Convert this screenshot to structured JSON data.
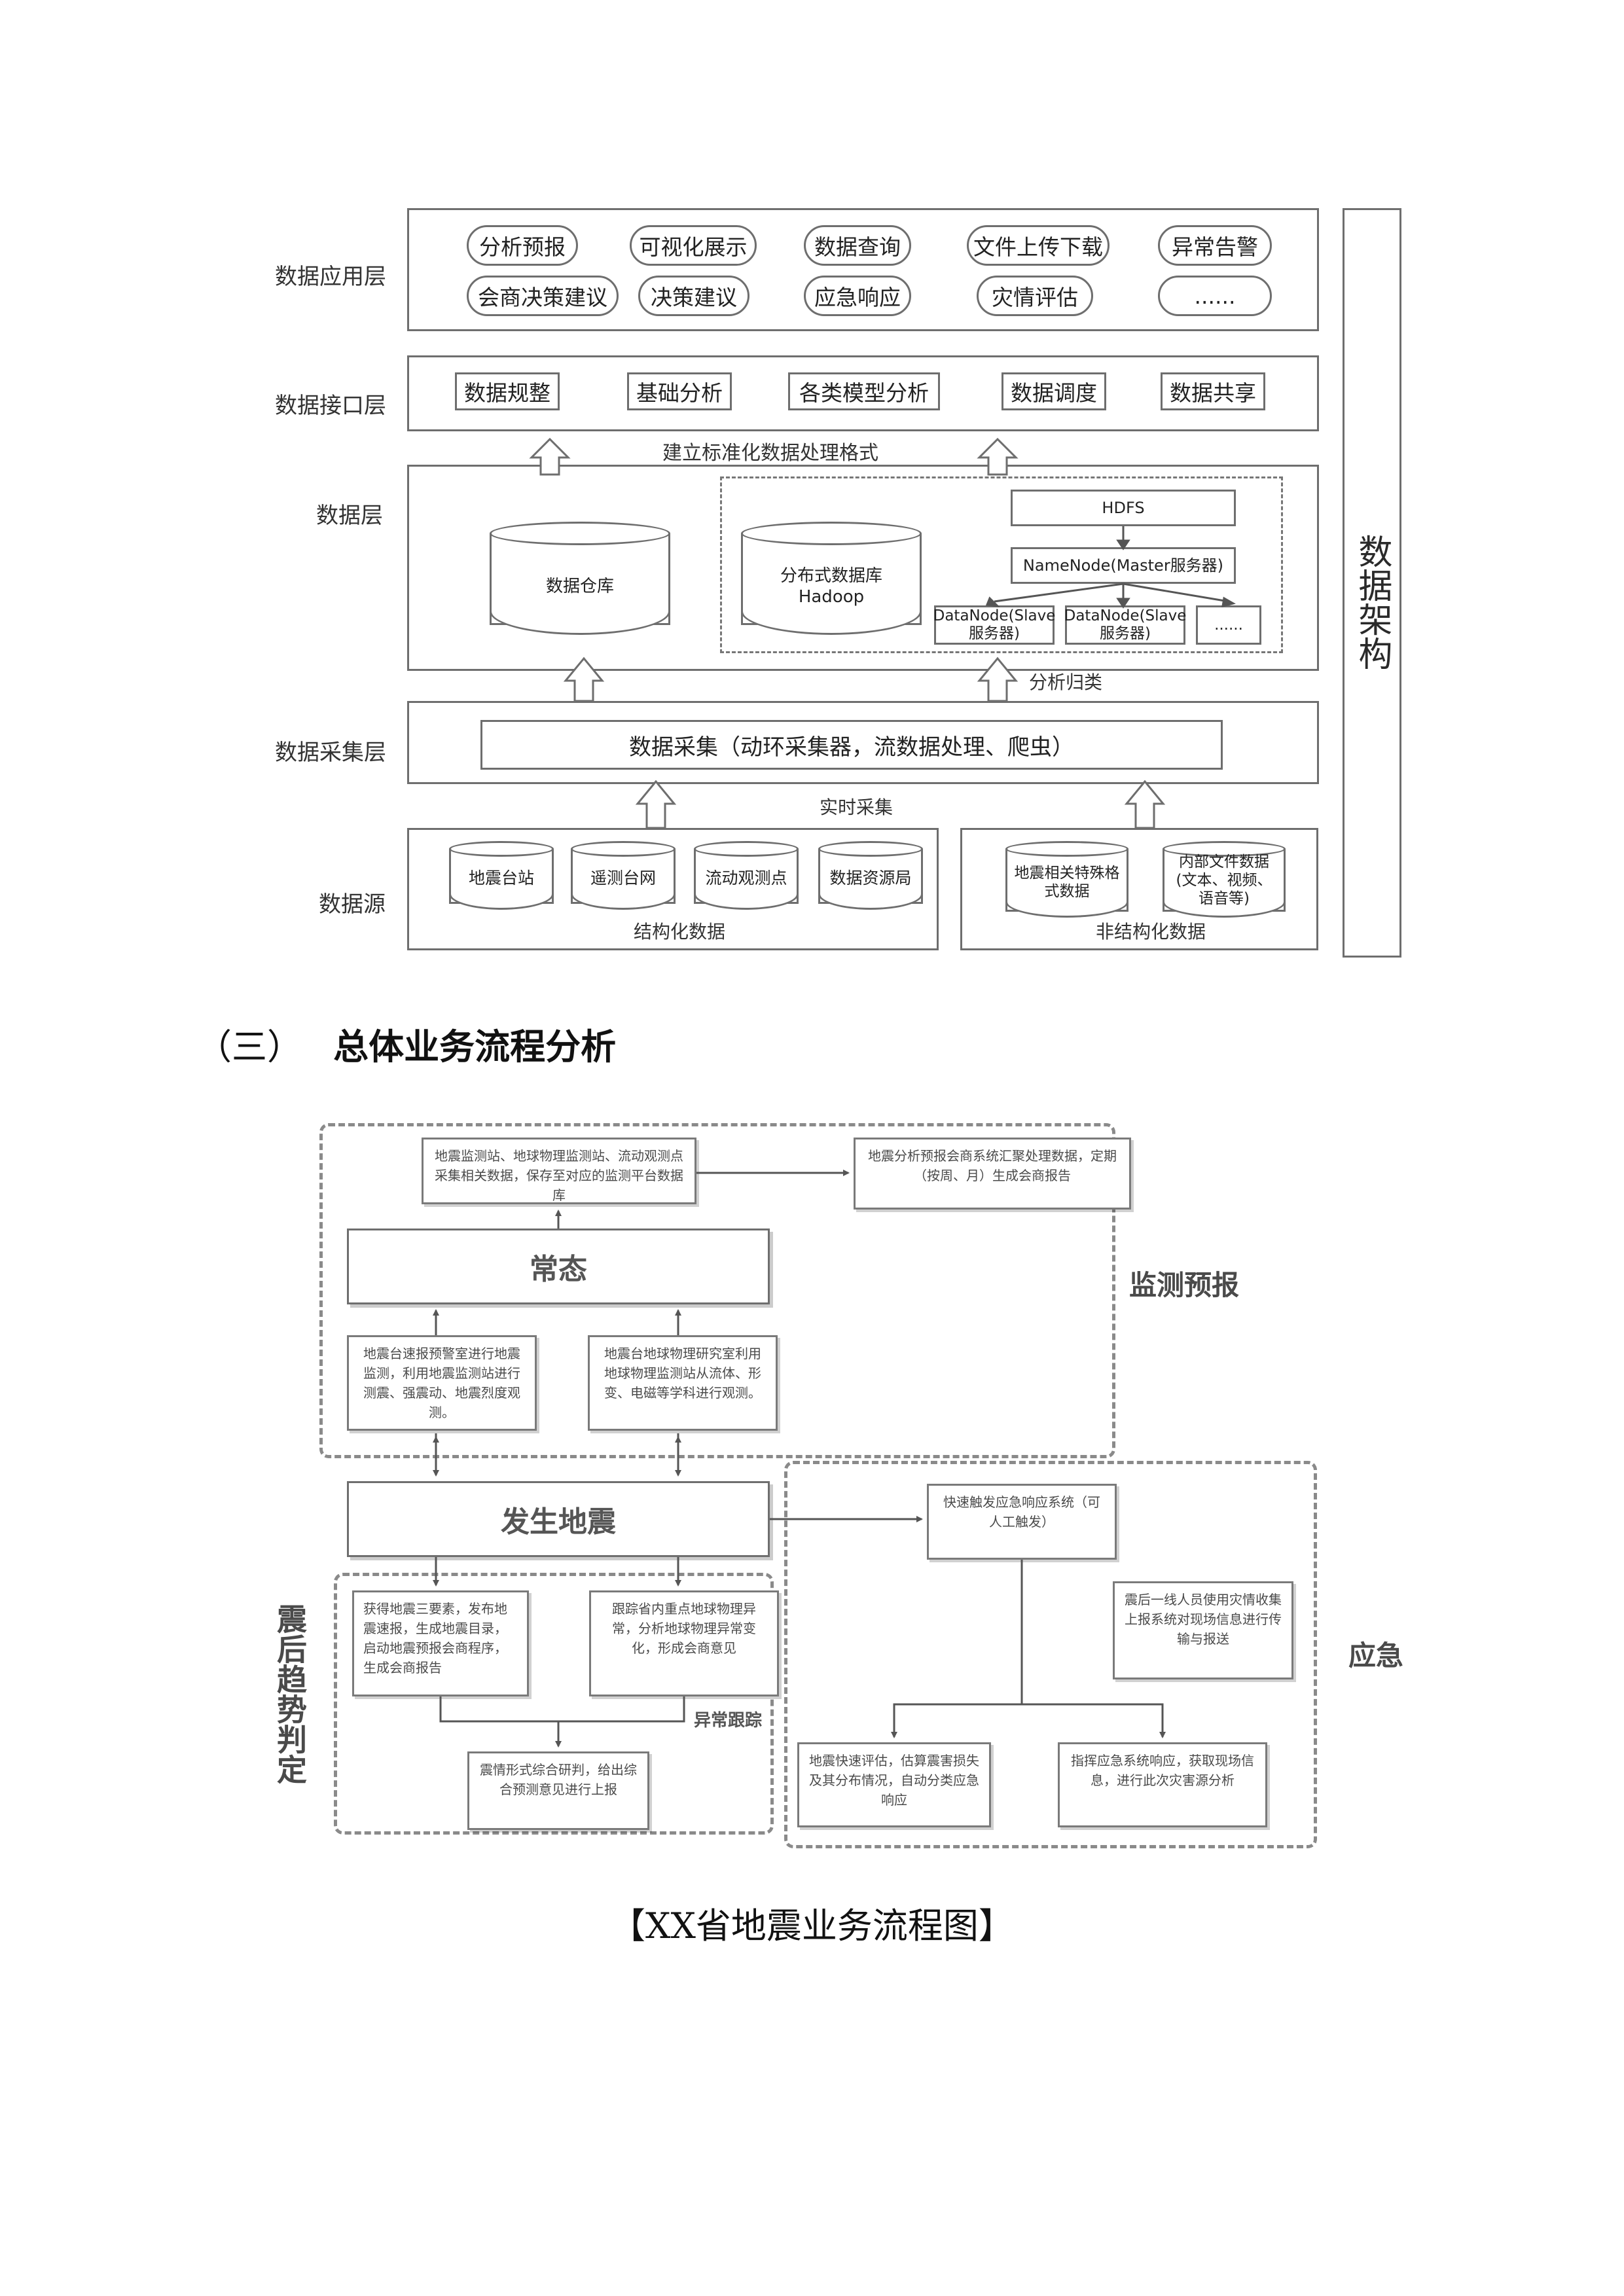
{
  "architecture": {
    "side_title": "数据架构",
    "layers": {
      "app": "数据应用层",
      "interface": "数据接口层",
      "data": "数据层",
      "collect": "数据采集层",
      "source": "数据源"
    },
    "app_items": [
      "分析预报",
      "可视化展示",
      "数据查询",
      "文件上传下载",
      "异常告警",
      "会商决策建议",
      "决策建议",
      "应急响应",
      "灾情评估",
      "......"
    ],
    "interface_items": [
      "数据规整",
      "基础分析",
      "各类模型分析",
      "数据调度",
      "数据共享"
    ],
    "interface_caption": "建立标准化数据处理格式",
    "warehouse": "数据仓库",
    "hadoop_line1": "分布式数据库",
    "hadoop_line2": "Hadoop",
    "hdfs": "HDFS",
    "namenode": "NameNode(Master服务器)",
    "datanode1_line1": "DataNode(Slave",
    "datanode1_line2": "服务器)",
    "datanode2_line1": "DataNode(Slave",
    "datanode2_line2": "服务器)",
    "datanode_more": "......",
    "classify_caption": "分析归类",
    "collect_box": "数据采集（动环采集器，流数据处理、爬虫）",
    "realtime_caption": "实时采集",
    "structured_sources": [
      "地震台站",
      "遥测台网",
      "流动观测点",
      "数据资源局"
    ],
    "structured_caption": "结构化数据",
    "unstructured_source1_line1": "地震相关特殊格",
    "unstructured_source1_line2": "式数据",
    "unstructured_source2_line1": "内部文件数据",
    "unstructured_source2_line2": "(文本、视频、",
    "unstructured_source2_line3": "语音等)",
    "unstructured_caption": "非结构化数据"
  },
  "section_heading": {
    "number": "（三）",
    "title": "总体业务流程分析"
  },
  "flow": {
    "collect_text": "地震监测站、地球物理监测站、流动观测点采集相关数据，保存至对应的监测平台数据库",
    "report_text": "地震分析预报会商系统汇聚处理数据，定期（按周、月）生成会商报告",
    "normal_state": "常态",
    "monitor_left": "地震台速报预警室进行地震监测，利用地震监测站进行测震、强震动、地震烈度观测。",
    "monitor_right": "地震台地球物理研究室利用地球物理监测站从流体、形变、电磁等学科进行观测。",
    "region_monitor": "监测预报",
    "earthquake": "发生地震",
    "trigger_text": "快速触发应急响应系统（可人工触发）",
    "field_report": "震后一线人员使用灾情收集上报系统对现场信息进行传输与报送",
    "region_emergency": "应急",
    "after_left": "获得地震三要素，发布地震速报，生成地震目录，启动地震预报会商程序，生成会商报告",
    "after_right": "跟踪省内重点地球物理异常，分析地球物理异常变化，形成会商意见",
    "abnormal_label": "异常跟踪",
    "trend_box": "震情形式综合研判，给出综合预测意见进行上报",
    "region_trend": "震后趋势判定",
    "assess_box": "地震快速评估，估算震害损失及其分布情况，自动分类应急响应",
    "command_box": "指挥应急系统响应，获取现场信息，进行此次灾害源分析"
  },
  "caption": "【XX省地震业务流程图】"
}
